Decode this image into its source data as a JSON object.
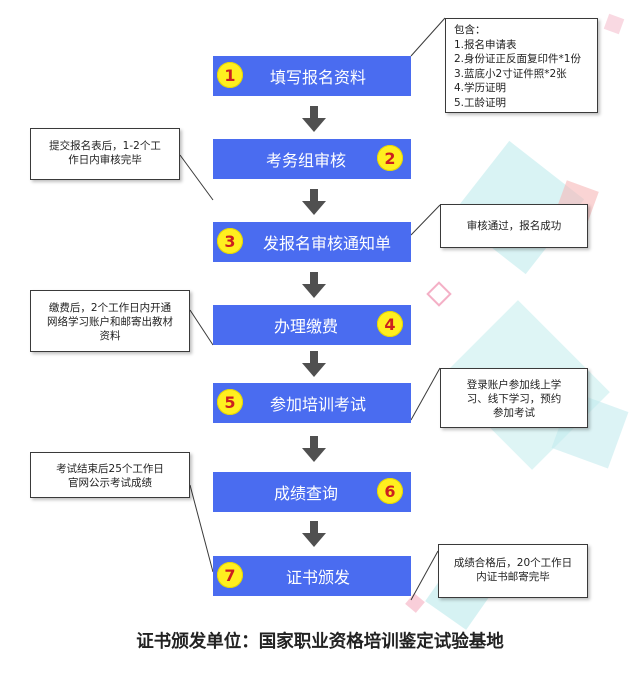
{
  "steps": [
    {
      "number": "1",
      "label": "填写报名资料"
    },
    {
      "number": "2",
      "label": "考务组审核"
    },
    {
      "number": "3",
      "label": "发报名审核通知单"
    },
    {
      "number": "4",
      "label": "办理缴费"
    },
    {
      "number": "5",
      "label": "参加培训考试"
    },
    {
      "number": "6",
      "label": "成绩查询"
    },
    {
      "number": "7",
      "label": "证书颁发"
    }
  ],
  "notes": {
    "materials": {
      "title": "包含：",
      "items": [
        "1.报名申请表",
        "2.身份证正反面复印件*1份",
        "3.蓝底小2寸证件照*2张",
        "4.学历证明",
        "5.工龄证明"
      ]
    },
    "review": [
      "提交报名表后，1-2个工",
      "作日内审核完毕"
    ],
    "approved": [
      "审核通过，报名成功"
    ],
    "payment": [
      "缴费后，2个工作日内开通",
      "网络学习账户和邮寄出教材",
      "资料"
    ],
    "study": [
      "登录账户参加线上学",
      "习、线下学习，预约",
      "参加考试"
    ],
    "results": [
      "考试结束后25个工作日",
      "官网公示考试成绩"
    ],
    "certificate": [
      "成绩合格后，20个工作日",
      "内证书邮寄完毕"
    ]
  },
  "footer": "证书颁发单位：国家职业资格培训鉴定试验基地",
  "colors": {
    "step_fill": "#4a6cf0",
    "badge_fill": "#ffef1f",
    "badge_text": "#cc1f1f",
    "arrow": "#505050"
  }
}
